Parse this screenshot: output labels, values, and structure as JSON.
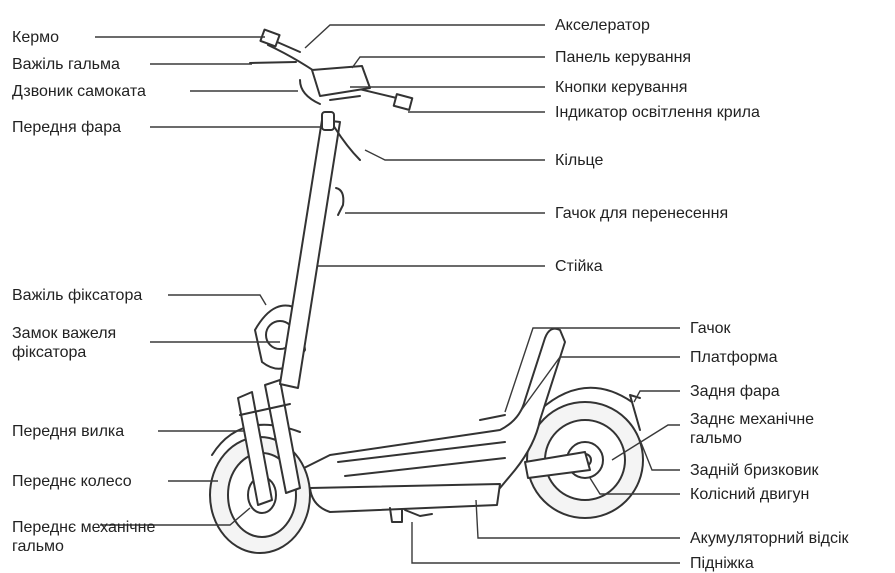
{
  "labels_left": [
    "Кермо",
    "Важіль гальма",
    "Дзвоник самоката",
    "Передня фара",
    "Важіль фіксатора",
    "Замок важеля фіксатора",
    "Передня вилка",
    "Переднє колесо",
    "Переднє механічне гальмо"
  ],
  "labels_right": [
    "Акселератор",
    "Панель керування",
    "Кнопки керування",
    "Індикатор освітлення крила",
    "Кільце",
    "Гачок для перенесення",
    "Стійка",
    "Гачок",
    "Платформа",
    "Задня фара",
    "Заднє механічне гальмо",
    "Задній бризковик",
    "Колісний двигун",
    "Акумуляторний відсік",
    "Підніжка"
  ],
  "colors": {
    "line": "#3a3a3a",
    "text": "#222222",
    "background": "#ffffff"
  }
}
